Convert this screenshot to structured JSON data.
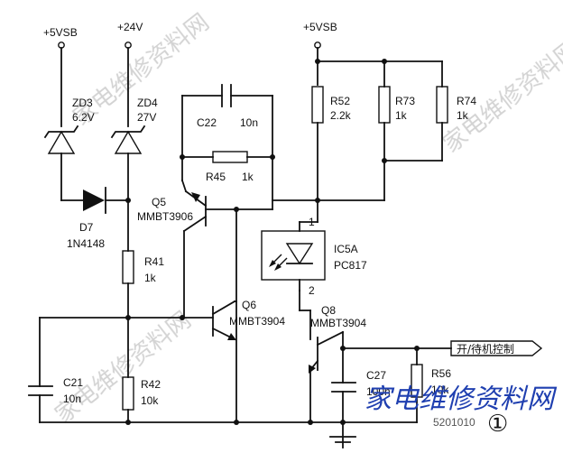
{
  "rails": {
    "vsb1": "+5VSB",
    "v24": "+24V",
    "vsb2": "+5VSB"
  },
  "components": {
    "zd3": {
      "ref": "ZD3",
      "value": "6.2V"
    },
    "zd4": {
      "ref": "ZD4",
      "value": "27V"
    },
    "d7": {
      "ref": "D7",
      "value": "1N4148"
    },
    "r41": {
      "ref": "R41",
      "value": "1k"
    },
    "r42": {
      "ref": "R42",
      "value": "10k"
    },
    "c21": {
      "ref": "C21",
      "value": "10n"
    },
    "c22": {
      "ref": "C22",
      "value": "10n"
    },
    "r45": {
      "ref": "R45",
      "value": "1k"
    },
    "q5": {
      "ref": "Q5",
      "value": "MMBT3906"
    },
    "q6": {
      "ref": "Q6",
      "value": "MMBT3904"
    },
    "r52": {
      "ref": "R52",
      "value": "2.2k"
    },
    "r73": {
      "ref": "R73",
      "value": "1k"
    },
    "r74": {
      "ref": "R74",
      "value": "1k"
    },
    "ic5a": {
      "ref": "IC5A",
      "value": "PC817",
      "pin1": "1",
      "pin2": "2"
    },
    "q8": {
      "ref": "Q8",
      "value": "MMBT3904"
    },
    "c27": {
      "ref": "C27",
      "value": "100n"
    },
    "r56": {
      "ref": "R56",
      "value": "10k"
    }
  },
  "signal": {
    "label": "开/待机控制"
  },
  "figure": {
    "number": "①"
  },
  "watermarks": {
    "cn": "家电维修资料网",
    "blue": "家电维修资料网",
    "url": "5201010"
  }
}
